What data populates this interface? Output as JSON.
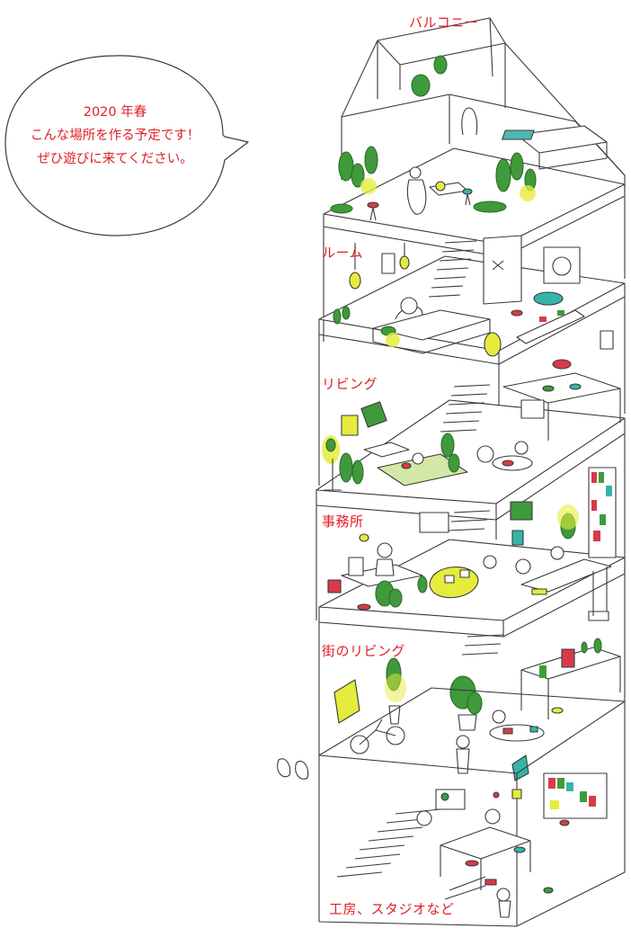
{
  "announcement": {
    "line1": "2020 年春",
    "line2": "こんな場所を作る予定です！",
    "line3": "ぜひ遊びに来てください。"
  },
  "floors": [
    {
      "label": "バルコニー"
    },
    {
      "label": "ルーム"
    },
    {
      "label": "リビング"
    },
    {
      "label": "事務所"
    },
    {
      "label": "街のリビング"
    },
    {
      "label": "工房、スタジオなど"
    }
  ],
  "colors": {
    "accent_text": "#e01e25",
    "line": "#3a3a3a",
    "plant_green": "#3f9a3c",
    "highlight_yellow": "#e6ec3c",
    "red_accent": "#d93a4a",
    "teal": "#35b5a8"
  }
}
